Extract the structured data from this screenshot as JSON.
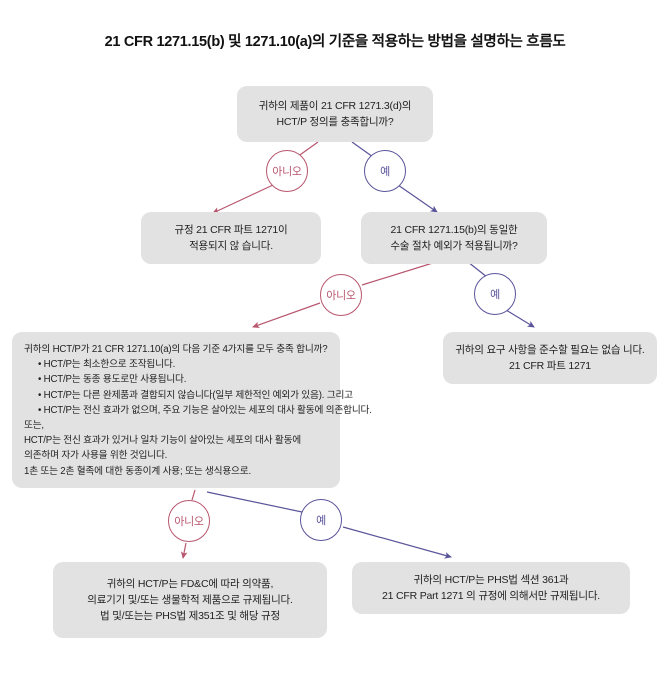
{
  "title": "21 CFR 1271.15(b) 및 1271.10(a)의 기준을 적용하는 방법을 설명하는 흐름도",
  "colors": {
    "no_branch": "#b8566e",
    "yes_branch": "#5a549a",
    "node_background": "#e2e2e2",
    "page_background": "#ffffff"
  },
  "labels": {
    "no": "아니오",
    "yes": "예"
  },
  "nodes": {
    "q1": {
      "lines": [
        "귀하의 제품이 21 CFR 1271.3(d)의",
        "HCT/P 정의를 충족합니까?"
      ]
    },
    "not_applicable": {
      "lines": [
        "규정 21 CFR 파트 1271이",
        "적용되지 않 습니다."
      ]
    },
    "q2": {
      "lines": [
        "21 CFR 1271.15(b)의 동일한",
        "수술 절차 예외가 적용됩니까?"
      ]
    },
    "q3": {
      "heading": "귀하의 HCT/P가 21 CFR 1271.10(a)의 다음 기준 4가지를 모두 충족 합니까?",
      "bullets": [
        "• HCT/P는 최소한으로 조작됩니다.",
        "• HCT/P는 동종 용도로만 사용됩니다.",
        "• HCT/P는 다른 완제품과 결합되지 않습니다(일부 제한적인 예외가 있음). 그리고",
        "• HCT/P는 전신 효과가 없으며, 주요 기능은 살아있는 세포의 대사 활동에 의존합니다."
      ],
      "alt_lines": [
        "또는,",
        "HCT/P는 전신 효과가 있거나 일차 기능이 살아있는 세포의 대사 활동에",
        "의존하며 자가 사용을 위한 것입니다.",
        "1촌 또는 2촌 혈족에 대한 동종이계 사용; 또는 생식용으로."
      ]
    },
    "no_compliance": {
      "lines": [
        "귀하의 요구 사항을 준수할 필요는 없습 니다.",
        "21 CFR 파트 1271"
      ]
    },
    "fdc_regulated": {
      "lines": [
        "귀하의 HCT/P는 FD&C에 따라 의약품,",
        "의료기기 및/또는 생물학적 제품으로 규제됩니다.",
        "",
        "법 및/또는는 PHS법 제351조 및 해당 규정"
      ]
    },
    "phs_regulated": {
      "lines": [
        "귀하의 HCT/P는 PHS법 섹션 361과",
        "21 CFR Part 1271 의 규정에 의해서만 규제됩니다."
      ]
    }
  }
}
